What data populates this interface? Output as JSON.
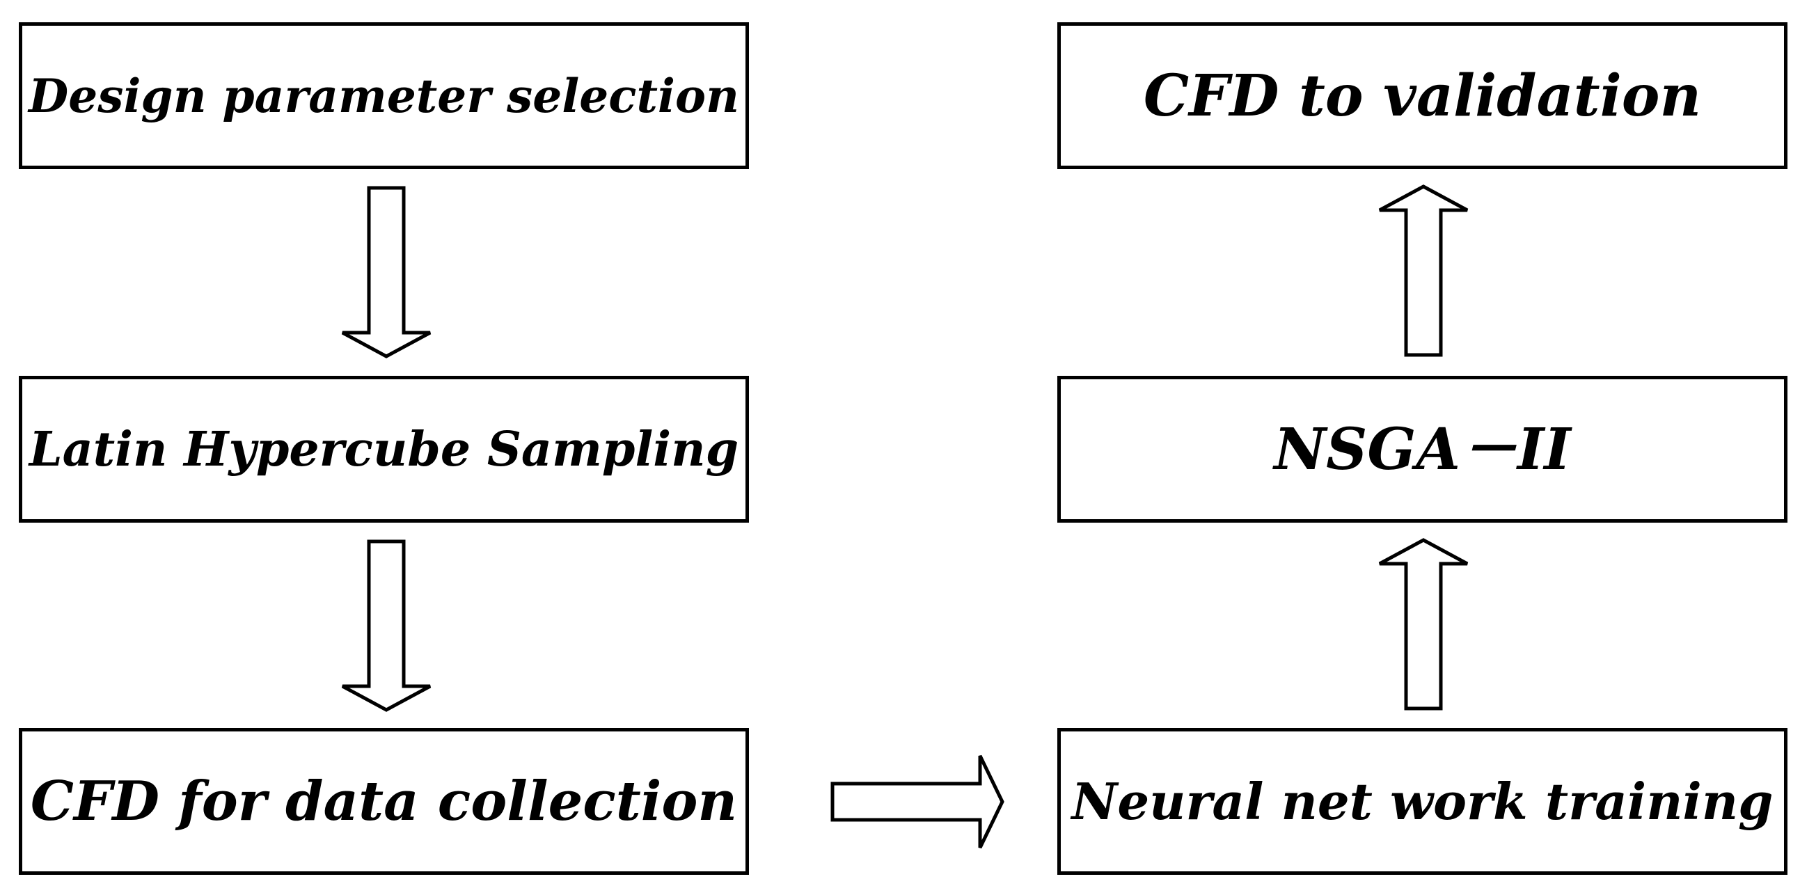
{
  "flowchart": {
    "steps": [
      {
        "id": "design",
        "label": "Design parameter selection"
      },
      {
        "id": "lhs",
        "label": "Latin Hypercube Sampling"
      },
      {
        "id": "cfd_collect",
        "label": "CFD for data collection"
      },
      {
        "id": "nn",
        "label": "Neural net work training"
      },
      {
        "id": "nsga",
        "label": "NSGA－II"
      },
      {
        "id": "cfd_valid",
        "label": "CFD to validation"
      }
    ],
    "connections": [
      {
        "from": "design",
        "to": "lhs",
        "direction": "down"
      },
      {
        "from": "lhs",
        "to": "cfd_collect",
        "direction": "down"
      },
      {
        "from": "cfd_collect",
        "to": "nn",
        "direction": "right"
      },
      {
        "from": "nn",
        "to": "nsga",
        "direction": "up"
      },
      {
        "from": "nsga",
        "to": "cfd_valid",
        "direction": "up"
      }
    ],
    "colors": {
      "stroke": "#000000",
      "fill": "#ffffff"
    }
  }
}
